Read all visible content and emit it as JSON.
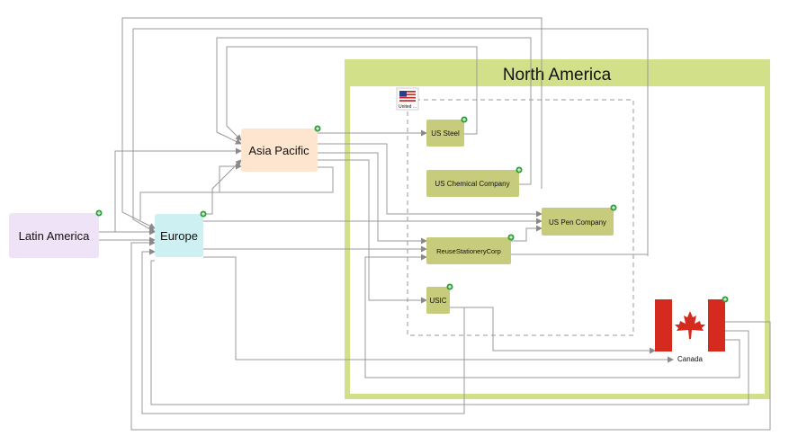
{
  "groups": {
    "north_america": {
      "title": "North America",
      "color": "#d3e08a",
      "bg": "#ffffff"
    },
    "united_states": {
      "flag_caption": "United ..."
    }
  },
  "nodes": {
    "latin_america": {
      "label": "Latin America",
      "color": "#efe3f7"
    },
    "europe": {
      "label": "Europe",
      "color": "#cdf1f3"
    },
    "asia_pacific": {
      "label": "Asia Pacific",
      "color": "#fde5cf"
    },
    "us_steel": {
      "label": "US Steel",
      "color": "#c7cc7c"
    },
    "us_chemical": {
      "label": "US Chemical Company",
      "color": "#c7cc7c"
    },
    "us_pen": {
      "label": "US Pen Company",
      "color": "#c7cc7c"
    },
    "reuse_stationery": {
      "label": "ReuseStationeryCorp",
      "color": "#c7cc7c"
    },
    "usic": {
      "label": "USIC",
      "color": "#c7cc7c"
    },
    "canada": {
      "label": "Canada"
    }
  },
  "colors": {
    "edge": "#9a9a9a",
    "canada_red": "#d52b1e",
    "expand_icon": "#2e9e3a"
  }
}
